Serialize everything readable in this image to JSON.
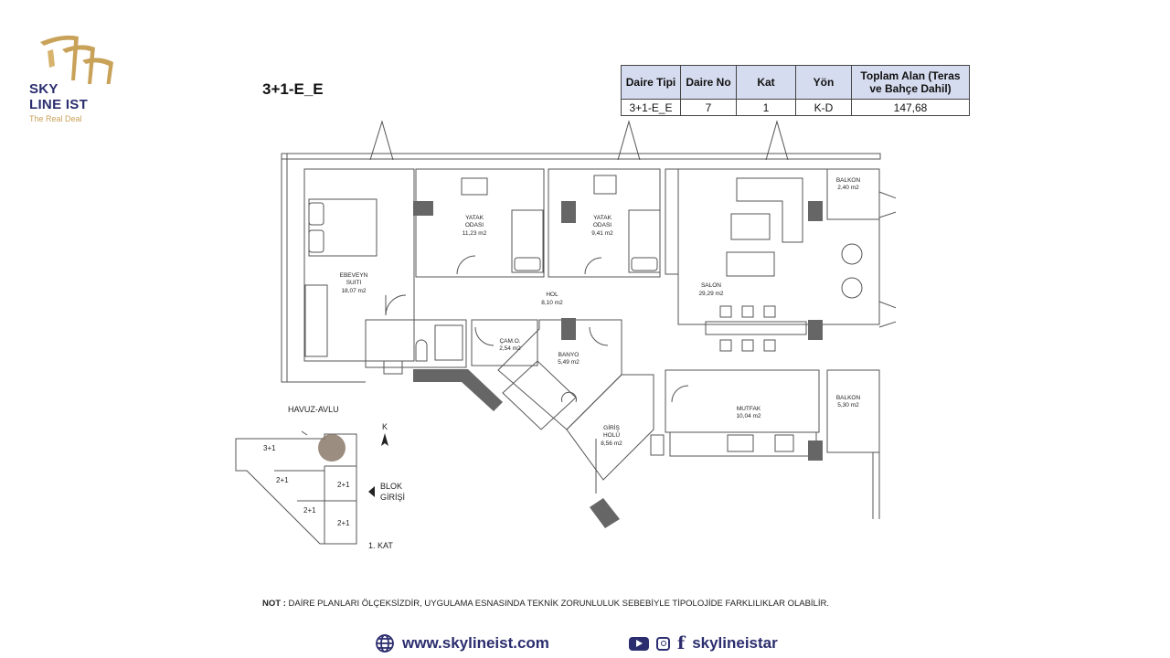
{
  "logo": {
    "line1": "SKY",
    "line2": "LINE IST",
    "tagline": "The Real Deal",
    "colors": {
      "gold": "#c9a25a",
      "navy": "#2b2d6e"
    }
  },
  "plan_title": "3+1-E_E",
  "info_table": {
    "headers": [
      "Daire Tipi",
      "Daire No",
      "Kat",
      "Yön",
      "Toplam Alan (Teras ve Bahçe Dahil)"
    ],
    "row": [
      "3+1-E_E",
      "7",
      "1",
      "K-D",
      "147,68"
    ]
  },
  "rooms": {
    "balkon1": {
      "name": "BALKON",
      "area": "2,40 m2"
    },
    "yatak1": {
      "name1": "YATAK",
      "name2": "ODASI",
      "area": "11,23 m2"
    },
    "yatak2": {
      "name1": "YATAK",
      "name2": "ODASI",
      "area": "9,41 m2"
    },
    "ebeveyn": {
      "name1": "EBEVEYN",
      "name2": "SUITI",
      "area": "18,07 m2"
    },
    "hol": {
      "name": "HOL",
      "area": "8,10 m2"
    },
    "salon": {
      "name": "SALON",
      "area": "29,29 m2"
    },
    "camasir": {
      "name": "ÇAM.O.",
      "area": "2,54 m2"
    },
    "banyo": {
      "name": "BANYO",
      "area": "5,49 m2"
    },
    "balkon2": {
      "name": "BALKON",
      "area": "5,30 m2"
    },
    "mutfak": {
      "name": "MUTFAK",
      "area": "10,04 m2"
    },
    "giris": {
      "name1": "GİRİŞ",
      "name2": "HOLÜ",
      "area": "8,56 m2"
    }
  },
  "key_plan": {
    "havuz": "HAVUZ-AVLU",
    "north": "K",
    "units": [
      "3+1",
      "2+1",
      "2+1",
      "2+1",
      "2+1"
    ],
    "blok1": "BLOK",
    "blok2": "GİRİŞİ",
    "floor": "1. KAT"
  },
  "note": {
    "label": "NOT :",
    "text": " DAİRE PLANLARI ÖLÇEKSİZDİR, UYGULAMA ESNASINDA TEKNİK ZORUNLULUK SEBEBİYLE TİPOLOJİDE FARKLILIKLAR OLABİLİR."
  },
  "footer": {
    "website": "www.skylineist.com",
    "social": "skylineistar",
    "icons": [
      "globe-icon",
      "youtube-icon",
      "instagram-icon",
      "facebook-icon"
    ]
  }
}
